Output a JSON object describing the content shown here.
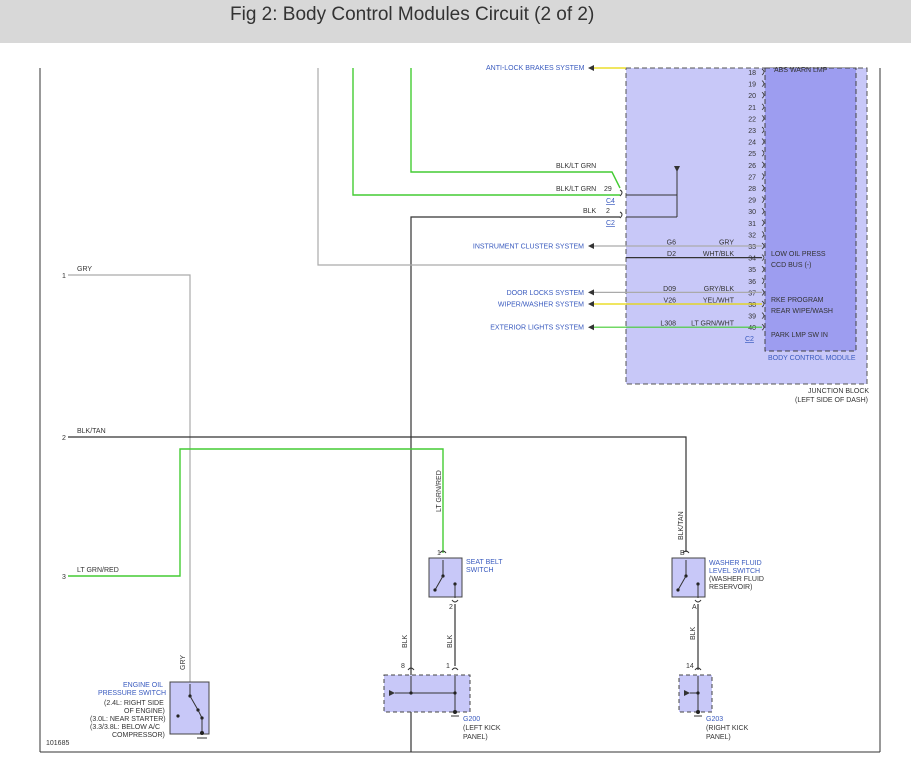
{
  "title": "Fig 2: Body Control Modules Circuit (2 of 2)",
  "figure_id": "101685",
  "colors": {
    "green": "#44cc33",
    "gray": "#aaaaaa",
    "black": "#333333",
    "yellow": "#e6d600",
    "module_fill": "#c8c8f8",
    "bcm_fill": "#9d9df0",
    "label_blue": "#3a5bbf"
  },
  "top_cut_label": "ANTI-LOCK BRAKES SYSTEM",
  "abs_warn_label": "ABS WARN LMP",
  "junction_block": {
    "name": "JUNCTION BLOCK",
    "location": "(LEFT SIDE OF DASH)"
  },
  "body_control_module": {
    "name": "BODY CONTROL MODULE",
    "connector": "C2"
  },
  "pins": [
    "18",
    "19",
    "20",
    "21",
    "22",
    "23",
    "24",
    "25",
    "26",
    "27",
    "28",
    "29",
    "30",
    "31",
    "32",
    "33",
    "34",
    "35",
    "36",
    "37",
    "38",
    "39",
    "40"
  ],
  "bcm_signals": {
    "low_oil_press": "LOW OIL PRESS",
    "ccd_bus": "CCD BUS (-)",
    "rke_program": "RKE PROGRAM",
    "rear_wipe_wash": "REAR WIPE/WASH",
    "park_lmp_sw_in": "PARK LMP SW IN"
  },
  "jb_connectors": {
    "c4": {
      "pin": "29",
      "label": "C4",
      "wire": "BLK/LT GRN"
    },
    "c2": {
      "pin": "2",
      "label": "C2",
      "wire": "BLK"
    },
    "upper_wire": "BLK/LT GRN"
  },
  "system_lines": [
    {
      "system": "INSTRUMENT CLUSTER SYSTEM",
      "circuit": "G6",
      "color": "GRY",
      "pin": "33"
    },
    {
      "system": "",
      "circuit": "D2",
      "color": "WHT/BLK",
      "pin": "34"
    },
    {
      "system": "DOOR LOCKS SYSTEM",
      "circuit": "D09",
      "color": "GRY/BLK",
      "pin": "37"
    },
    {
      "system": "WIPER/WASHER SYSTEM",
      "circuit": "V26",
      "color": "YEL/WHT",
      "pin": "38"
    },
    {
      "system": "EXTERIOR LIGHTS SYSTEM",
      "circuit": "L308",
      "color": "LT GRN/WHT",
      "pin": "40"
    }
  ],
  "left_wires": [
    {
      "num": "1",
      "color": "GRY"
    },
    {
      "num": "2",
      "color": "BLK/TAN"
    },
    {
      "num": "3",
      "color": "LT GRN/RED"
    }
  ],
  "engine_oil_switch": {
    "name_1": "ENGINE OIL",
    "name_2": "PRESSURE SWITCH",
    "note_1": "(2.4L: RIGHT SIDE",
    "note_2": "OF ENGINE)",
    "note_3": "(3.0L: NEAR STARTER)",
    "note_4": "(3.3/3.8L: BELOW A/C",
    "note_5": "COMPRESSOR)",
    "wire": "GRY"
  },
  "seat_belt_switch": {
    "name_1": "SEAT BELT",
    "name_2": "SWITCH",
    "pin_top": "1",
    "pin_bottom": "2",
    "wire_top": "LT GRN/RED",
    "wire_bottom": "BLK"
  },
  "washer_fluid_switch": {
    "name_1": "WASHER FLUID",
    "name_2": "LEVEL SWITCH",
    "note_1": "(WASHER FLUID",
    "note_2": "RESERVOIR)",
    "pin_top": "B",
    "pin_bottom": "A",
    "wire_top": "BLK/TAN",
    "wire_bottom": "BLK"
  },
  "ground_g200": {
    "name": "G200",
    "loc_1": "(LEFT KICK",
    "loc_2": "PANEL)",
    "pin_a": "8",
    "pin_b": "1",
    "wire_a": "BLK",
    "wire_b": "BLK"
  },
  "ground_g203": {
    "name": "G203",
    "loc_1": "(RIGHT KICK",
    "loc_2": "PANEL)",
    "pin": "14",
    "wire": "BLK"
  }
}
